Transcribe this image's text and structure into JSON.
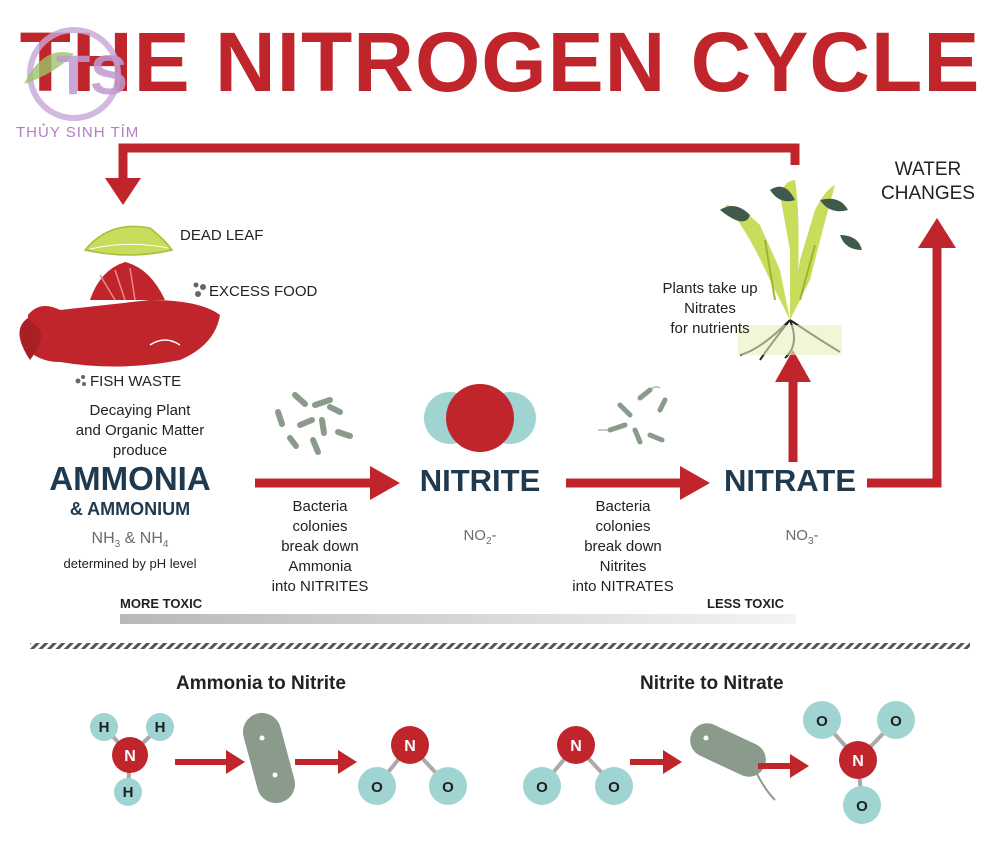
{
  "title": "THE NITROGEN CYCLE",
  "logo": {
    "letters": "TS",
    "text": "THỦY SINH TÍM"
  },
  "water_changes": [
    "WATER",
    "CHANGES"
  ],
  "inputs": {
    "dead_leaf": "DEAD LEAF",
    "excess_food": "EXCESS FOOD",
    "fish_waste": "FISH WASTE"
  },
  "decaying": [
    "Decaying Plant",
    "and Organic Matter",
    "produce"
  ],
  "plants": [
    "Plants take up",
    "Nitrates",
    "for nutrients"
  ],
  "ammonia": {
    "title": "AMMONIA",
    "subtitle": "& AMMONIUM",
    "formula": {
      "a": "NH",
      "a_sub": "3",
      "mid": " & NH",
      "b_sub": "4"
    },
    "note": "determined by pH level"
  },
  "nitrite": {
    "title": "NITRITE",
    "formula": {
      "base": "NO",
      "sub": "2",
      "charge": "-"
    }
  },
  "nitrate": {
    "title": "NITRATE",
    "formula": {
      "base": "NO",
      "sub": "3",
      "charge": "-"
    }
  },
  "bacteria1": [
    "Bacteria",
    "colonies",
    "break down",
    "Ammonia",
    "into NITRITES"
  ],
  "bacteria2": [
    "Bacteria",
    "colonies",
    "break down",
    "Nitrites",
    "into NITRATES"
  ],
  "toxicity": {
    "left": "MORE TOXIC",
    "right": "LESS TOXIC"
  },
  "bottom": {
    "left_title": "Ammonia to Nitrite",
    "right_title": "Nitrite to Nitrate",
    "atoms": {
      "n": "N",
      "h": "H",
      "o": "O"
    }
  },
  "colors": {
    "red": "#c0252b",
    "navy": "#1f3a4f",
    "teal_atom": "#9fd4d2",
    "leaf": "#c9dc5b",
    "bacteria": "#8a9b8c"
  }
}
